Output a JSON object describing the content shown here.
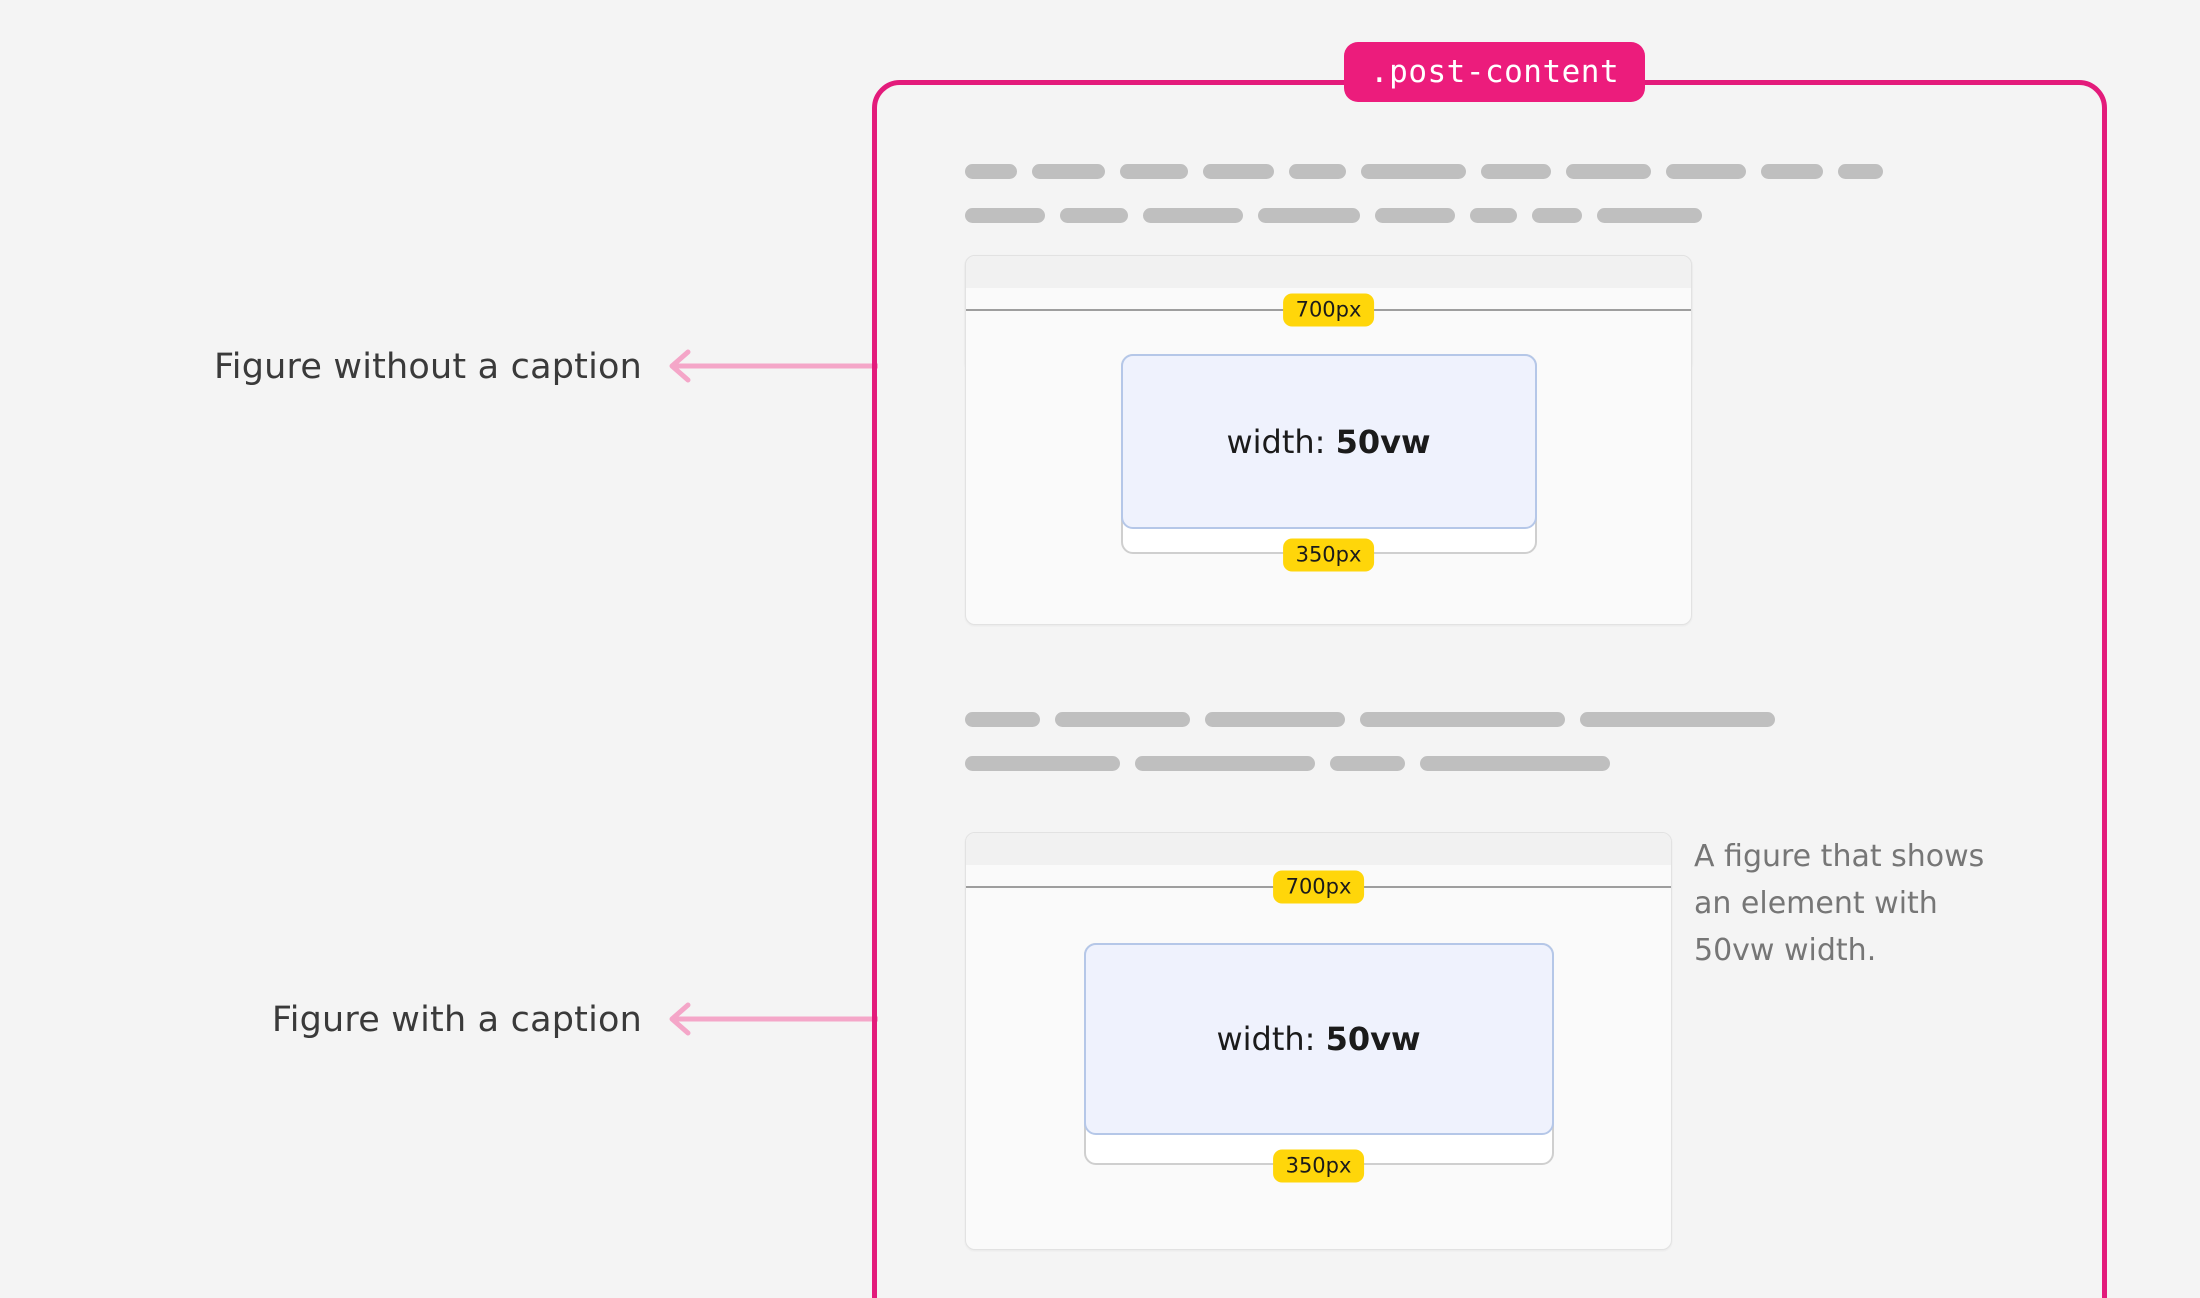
{
  "container": {
    "label": ".post-content",
    "border_color": "#E31B7B",
    "badge_bg": "#EC1C7C",
    "badge_text_color": "#FFFFFF"
  },
  "annotations": [
    {
      "label": "Figure without a caption",
      "arrow_color": "#F4A6C8"
    },
    {
      "label": "Figure with a caption",
      "arrow_color": "#F4A6C8"
    }
  ],
  "skeleton_blocks": [
    {
      "name": "paragraph-skeleton-top",
      "lines": [
        {
          "bars": [
            52,
            73,
            68,
            71,
            57,
            105,
            70,
            85,
            80,
            62,
            45
          ]
        },
        {
          "bars": [
            80,
            68,
            100,
            102,
            80,
            47,
            50,
            105
          ]
        }
      ]
    },
    {
      "name": "paragraph-skeleton-middle",
      "lines": [
        {
          "bars": [
            75,
            135,
            140,
            205,
            195
          ]
        },
        {
          "bars": [
            155,
            180,
            75,
            190
          ]
        }
      ]
    }
  ],
  "figures": [
    {
      "name": "figure-without-caption",
      "width_badge": "700px",
      "height_badge": "350px",
      "element_label_prefix": "width: ",
      "element_label_value": "50vw",
      "box_fill": "#EFF2FD",
      "box_border": "#B5C7E8",
      "badge_bg": "#FFD60A",
      "caption": null
    },
    {
      "name": "figure-with-caption",
      "width_badge": "700px",
      "height_badge": "350px",
      "element_label_prefix": "width: ",
      "element_label_value": "50vw",
      "box_fill": "#EFF2FD",
      "box_border": "#B5C7E8",
      "badge_bg": "#FFD60A",
      "caption": "A figure that shows an element with 50vw width."
    }
  ]
}
